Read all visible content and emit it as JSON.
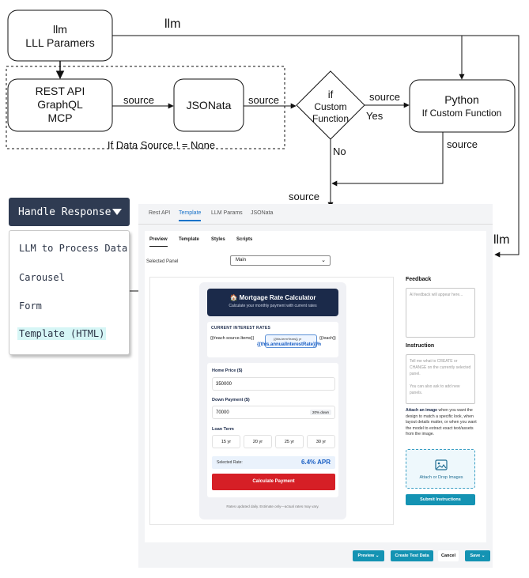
{
  "diagram": {
    "llm_box": {
      "line1": "llm",
      "line2": "LLL Paramers"
    },
    "api_box": {
      "line1": "REST API",
      "line2": "GraphQL",
      "line3": "MCP"
    },
    "jsonata_box": "JSONata",
    "decision": {
      "line1": "if",
      "line2": "Custom",
      "line3": "Function"
    },
    "python_box": {
      "line1": "Python",
      "line2": "If Custom Function"
    },
    "data_source_note": "If Data Source ! = None",
    "edge_labels": {
      "llm_top": "llm",
      "source_api_jsonata": "source",
      "source_jsonata_if": "source",
      "source_if_python": "source",
      "yes": "Yes",
      "no": "No",
      "source_python_down": "source",
      "source_down": "source",
      "llm_right": "llm"
    }
  },
  "handle_response": {
    "button_label": "Handle Response",
    "options": [
      "LLM to Process Data",
      "Carousel",
      "Form",
      "Template (HTML)"
    ],
    "selected": "Template (HTML)"
  },
  "app": {
    "top_tabs": [
      "Rest API",
      "Template",
      "LLM Params",
      "JSONata"
    ],
    "active_top_tab": "Template",
    "sub_tabs": [
      "Preview",
      "Template",
      "Styles",
      "Scripts"
    ],
    "active_sub_tab": "Preview",
    "selected_panel_label": "Selected Panel",
    "selected_panel_value": "Main",
    "calculator": {
      "title": "🏠 Mortgage Rate Calculator",
      "subtitle": "Calculate your monthly payment with current rates",
      "rates_heading": "CURRENT INTEREST RATES",
      "each_open": "{{#each source.Items}}",
      "each_close": "{{/each}}",
      "chip_line1": "{{this.termYears}} yr",
      "chip_line2": "{{this.annualInterestRate}}%",
      "home_price_label": "Home Price ($)",
      "home_price_value": "350000",
      "down_payment_label": "Down Payment ($)",
      "down_payment_value": "70000",
      "down_payment_suffix": "20% down",
      "loan_term_label": "Loan Term",
      "terms": [
        "15 yr",
        "20 yr",
        "25 yr",
        "30 yr"
      ],
      "selected_rate_label": "Selected Rate:",
      "selected_rate_value": "6.4% APR",
      "button": "Calculate Payment",
      "note": "Rates updated daily. Estimate only—actual rates may vary."
    },
    "side": {
      "feedback_heading": "Feedback",
      "feedback_placeholder": "AI feedback will appear here...",
      "instruction_heading": "Instruction",
      "instruction_placeholder_1": "Tell me what to CREATE or CHANGE on the currently selected panel.",
      "instruction_placeholder_2": "You can also ask to add new panels.",
      "attach_bold": "Attach an image",
      "attach_rest": " when you want the design to match a specific look, when layout details matter, or when you want the model to extract exact text/assets from the image.",
      "drop_label": "Attach or Drop Images",
      "submit": "Submit Instructions"
    },
    "footer": {
      "preview": "Preview",
      "create_test": "Create Test Data",
      "cancel": "Cancel",
      "save": "Save"
    },
    "colors": {
      "accent": "#1493b3",
      "navy": "#1b2a4a",
      "danger": "#d61f26",
      "tab_active": "#1a73c9"
    }
  }
}
